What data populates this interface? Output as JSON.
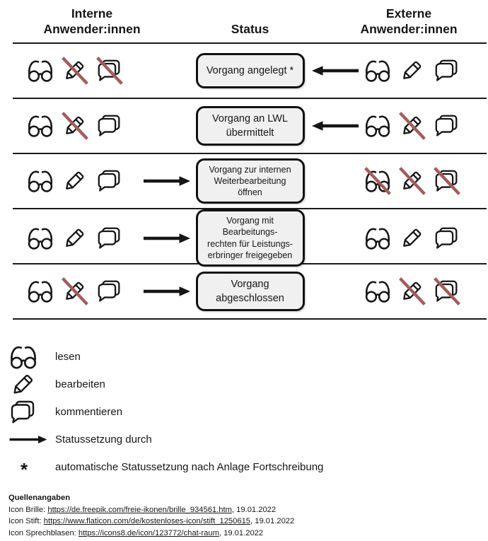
{
  "colors": {
    "ink": "#161616",
    "line": "#1a1a1a",
    "strike": "#a25c5c",
    "box_fill": "#f0f0f0"
  },
  "header": {
    "internal": "Interne\nAnwender:innen",
    "status": "Status",
    "external": "Externe\nAnwender:innen"
  },
  "rows": [
    {
      "status": "Vorgang angelegt *",
      "arrow": "from-external",
      "internal": {
        "glasses_crossed": false,
        "pencil_crossed": true,
        "bubble_crossed": true
      },
      "external": {
        "glasses_crossed": false,
        "pencil_crossed": false,
        "bubble_crossed": false
      }
    },
    {
      "status": "Vorgang an LWL\nübermittelt",
      "arrow": "from-external",
      "internal": {
        "glasses_crossed": false,
        "pencil_crossed": true,
        "bubble_crossed": false
      },
      "external": {
        "glasses_crossed": false,
        "pencil_crossed": true,
        "bubble_crossed": false
      }
    },
    {
      "status": "Vorgang zur internen\nWeiterbearbeitung\nöffnen",
      "arrow": "from-internal",
      "internal": {
        "glasses_crossed": false,
        "pencil_crossed": false,
        "bubble_crossed": false
      },
      "external": {
        "glasses_crossed": true,
        "pencil_crossed": true,
        "bubble_crossed": true
      }
    },
    {
      "status": "Vorgang mit Bearbeitungs-\nrechten für Leistungs-\nerbringer freigegeben",
      "arrow": "from-internal",
      "internal": {
        "glasses_crossed": false,
        "pencil_crossed": false,
        "bubble_crossed": false
      },
      "external": {
        "glasses_crossed": false,
        "pencil_crossed": false,
        "bubble_crossed": false
      }
    },
    {
      "status": "Vorgang\nabgeschlossen",
      "arrow": "from-internal",
      "internal": {
        "glasses_crossed": false,
        "pencil_crossed": true,
        "bubble_crossed": false
      },
      "external": {
        "glasses_crossed": false,
        "pencil_crossed": true,
        "bubble_crossed": true
      }
    }
  ],
  "legend": {
    "items": [
      {
        "icon": "glasses-icon",
        "label": "lesen"
      },
      {
        "icon": "pencil-icon",
        "label": "bearbeiten"
      },
      {
        "icon": "speech-bubbles-icon",
        "label": "kommentieren"
      },
      {
        "icon": "arrow-icon",
        "label": "Statussetzung durch"
      },
      {
        "icon": "asterisk",
        "symbol": "*",
        "label": "automatische Statussetzung nach Anlage Fortschreibung"
      }
    ]
  },
  "sources": {
    "title": "Quellenangaben",
    "items": [
      {
        "prefix": "Icon Brille: ",
        "url": "https://de.freepik.com/freie-ikonen/brille_934561.htm",
        "suffix": ", 19.01.2022"
      },
      {
        "prefix": "Icon Stift: ",
        "url": "https://www.flaticon.com/de/kostenloses-icon/stift_1250615",
        "suffix": ", 19.01.2022"
      },
      {
        "prefix": "Icon Sprechblasen: ",
        "url": "https://icons8.de/icon/123772/chat-raum",
        "suffix": ", 19.01.2022"
      }
    ]
  }
}
